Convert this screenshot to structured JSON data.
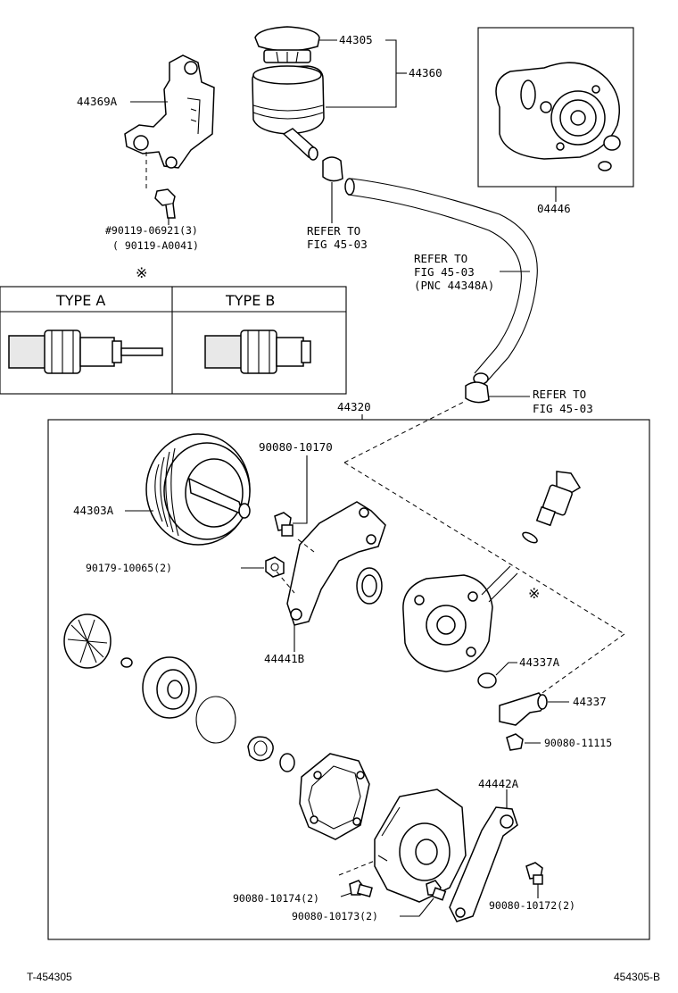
{
  "labels": {
    "p44305": "44305",
    "p44360": "44360",
    "p44369a": "44369A",
    "p04446": "04446",
    "bolt_note_1": "#90119-06921(3)",
    "bolt_note_2": "( 90119-A0041)",
    "refer_top_1": "REFER TO",
    "refer_top_2": "FIG 45-03",
    "refer_hose_1": "REFER TO",
    "refer_hose_2": "FIG 45-03",
    "refer_hose_3": "(PNC 44348A)",
    "refer_clamp_1": "REFER TO",
    "refer_clamp_2": "FIG 45-03",
    "asterisk_top": "※",
    "asterisk_mid": "※",
    "type_a": "TYPE A",
    "type_b": "TYPE B",
    "p44320": "44320",
    "p90080_10170": "90080-10170",
    "p44303a": "44303A",
    "p90179_10065": "90179-10065(2)",
    "p44441b": "44441B",
    "p44337a": "44337A",
    "p44337": "44337",
    "p90080_11115": "90080-11115",
    "p44442a": "44442A",
    "p90080_10174": "90080-10174(2)",
    "p90080_10173": "90080-10173(2)",
    "p90080_10172": "90080-10172(2)"
  },
  "footer": {
    "left": "T-454305",
    "right": "454305-B"
  }
}
